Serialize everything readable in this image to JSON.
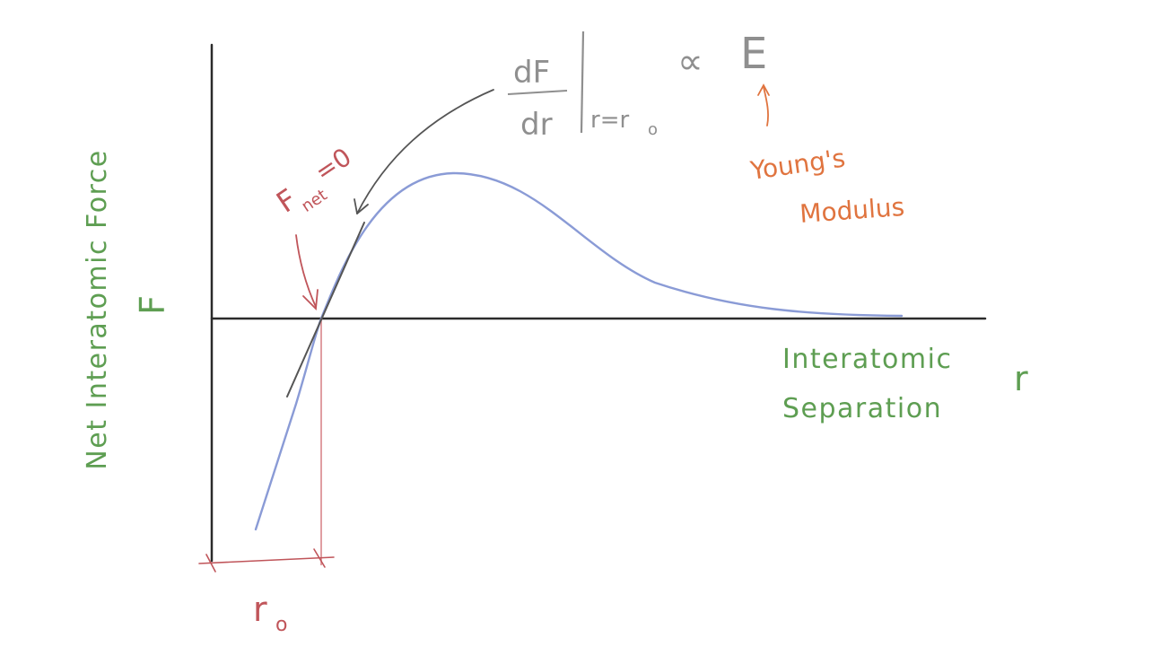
{
  "colors": {
    "axis": "#2b2b2b",
    "curve": "#8a9bd6",
    "tangent": "#555555",
    "label_green": "#5e9e52",
    "label_red": "#c0555a",
    "label_orange": "#e0743f",
    "label_grey": "#8f8f8f"
  },
  "labels": {
    "y_axis_title": "Net Interatomic Force",
    "y_axis_symbol": "F",
    "x_axis_title_line1": "Interatomic",
    "x_axis_title_line2": "Separation",
    "x_axis_symbol": "r",
    "fnet_zero": "F",
    "fnet_sub": "net",
    "fnet_eq": "=0",
    "deriv_num": "dF",
    "deriv_den": "dr",
    "deriv_eval": "r=r",
    "deriv_eval_sub": "o",
    "proportional": "∝",
    "modulus_symbol": "E",
    "youngs_line1": "Young's",
    "youngs_line2": "Modulus",
    "r0": "r",
    "r0_sub": "o"
  }
}
